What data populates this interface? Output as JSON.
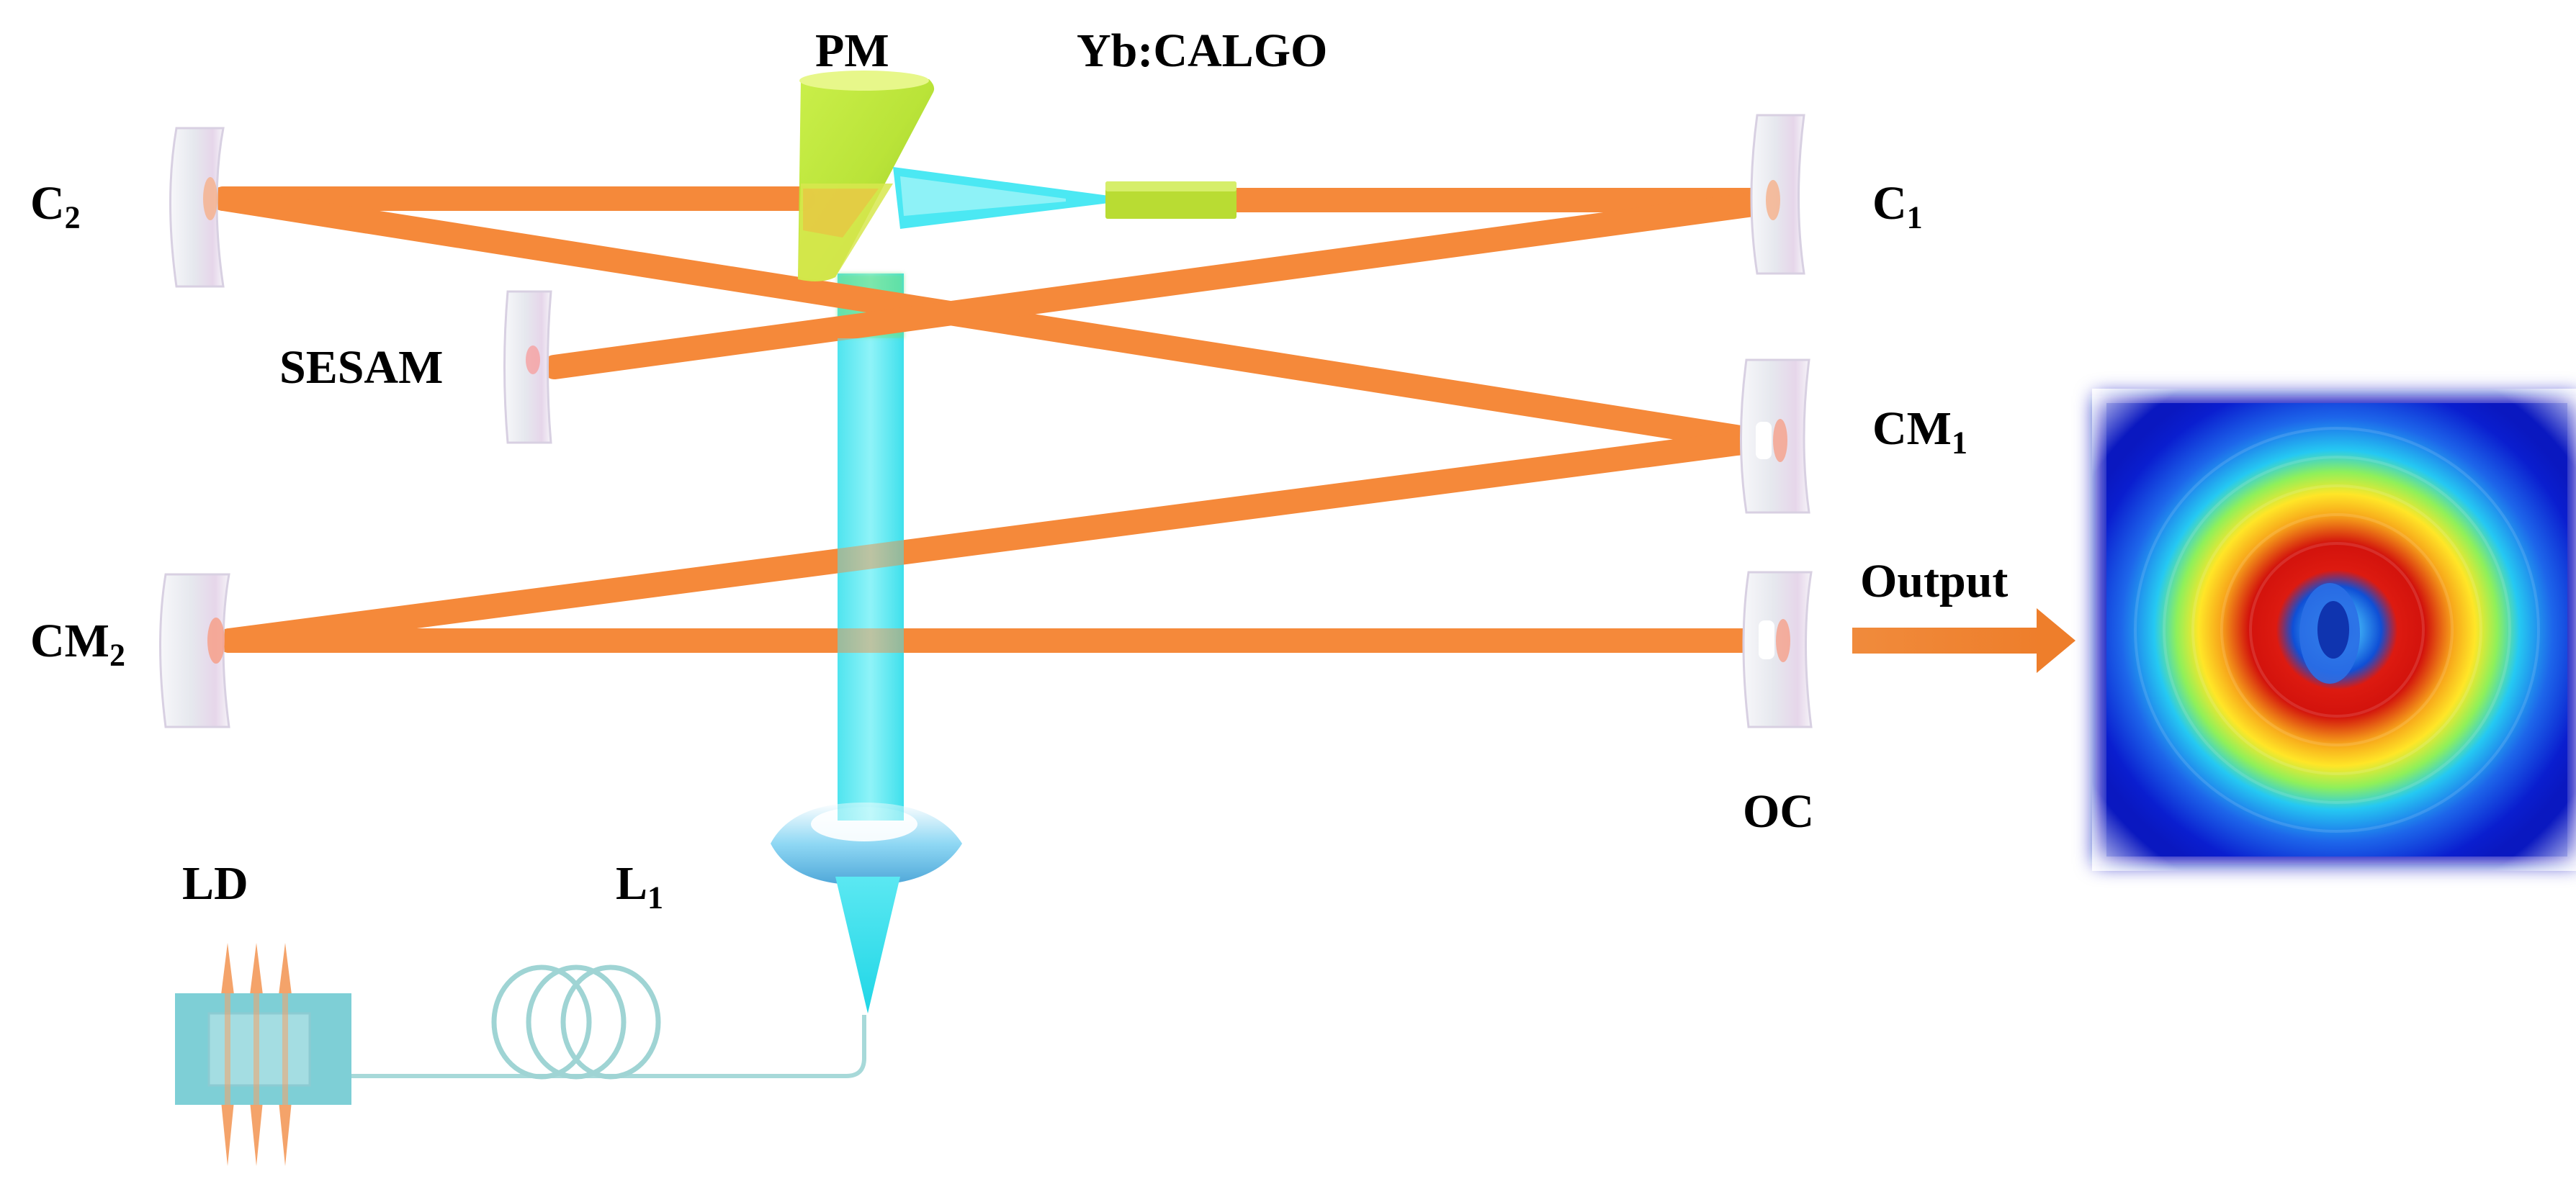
{
  "labels": {
    "pm": "PM",
    "crystal": "Yb:CALGO",
    "c2": {
      "main": "C",
      "sub": "2"
    },
    "c1": {
      "main": "C",
      "sub": "1"
    },
    "sesam": "SESAM",
    "cm1": {
      "main": "CM",
      "sub": "1"
    },
    "cm2": {
      "main": "CM",
      "sub": "2"
    },
    "output": "Output",
    "oc": "OC",
    "ld": "LD",
    "l1": {
      "main": "L",
      "sub": "1"
    }
  },
  "colors": {
    "laser_beam": "#f5893a",
    "pump_beam": "#37e6f2",
    "pump_beam_light": "#8ff2f8",
    "crystal": "#b6dc32",
    "prism_mirror": "#c8ec3c",
    "mirror_glass": "#eceef2",
    "diode": "#7ecfd6",
    "fiber": "#a8dcdc"
  },
  "icons": {
    "pm": "prism-mirror-icon",
    "crystal": "gain-crystal-icon",
    "mirror": "curved-mirror-icon",
    "lens": "focusing-lens-icon",
    "diode": "laser-diode-icon",
    "fiber": "fiber-coil-icon",
    "beam_profile": "beam-profile-image"
  }
}
